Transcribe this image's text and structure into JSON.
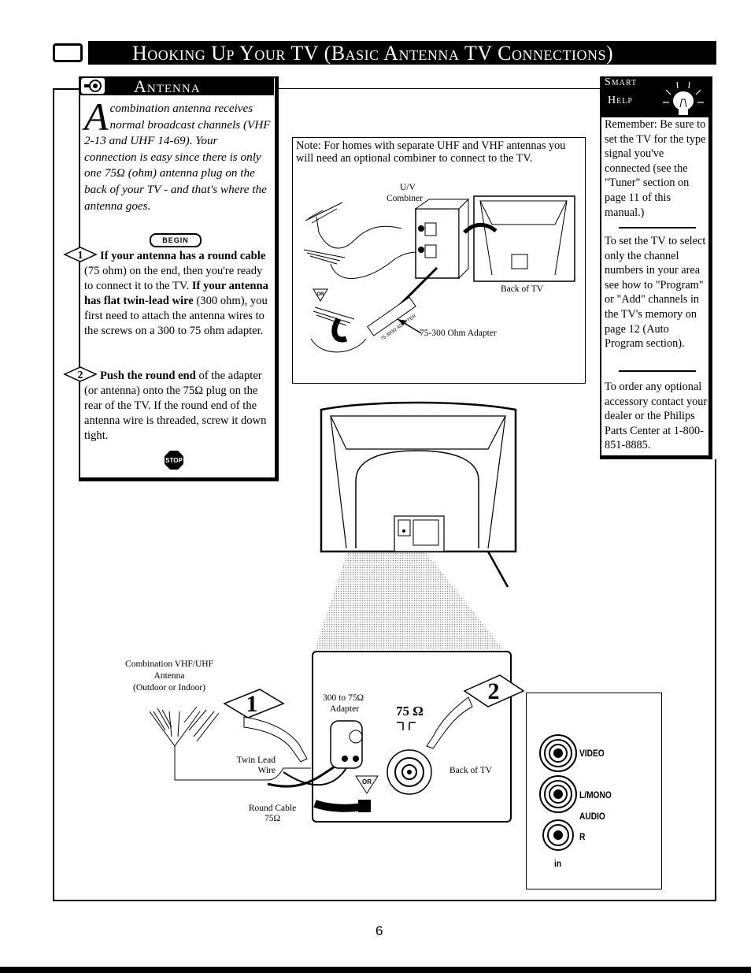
{
  "header": {
    "title": "Hooking Up Your TV (Basic Antenna TV Connections)"
  },
  "antenna": {
    "title": "Antenna",
    "intro_dropcap": "A",
    "intro_rest": "combination antenna receives normal broadcast channels (VHF 2-13 and UHF 14-69). Your connection is easy since there is only one 75Ω (ohm) antenna plug on the back of your TV - and that's where the antenna goes.",
    "begin_label": "BEGIN",
    "step1": {
      "number": "1",
      "bold_a": "If your antenna has a round cable",
      "text_a": " (75 ohm) on the end, then you're ready to connect it to the TV. ",
      "bold_b": "If your antenna has flat twin-lead wire",
      "text_b": " (300 ohm), you first need to attach the antenna wires to the screws on a 300 to 75 ohm adapter."
    },
    "step2": {
      "number": "2",
      "bold": "Push the round end",
      "text": " of the adapter (or antenna) onto the 75Ω plug on the rear of the TV. If the round end of the antenna wire is threaded, screw it down tight."
    },
    "stop_label": "STOP"
  },
  "note": {
    "text": "Note: For homes with separate UHF and VHF antennas you will need an optional combiner to connect to the TV.",
    "combiner_label_1": "U/V",
    "combiner_label_2": "Combiner",
    "or_label": "OR",
    "adapter_label": "75-300 Ohm Adapter",
    "back_label": "Back of TV",
    "adapter_stamp": "75-300Ω ADAPTER"
  },
  "smart_help": {
    "title_1": "Smart",
    "title_2": "Help",
    "p1": "Remember: Be sure to set the TV for the type signal you've connected (see the \"Tuner\" section on page 11 of this manual.)",
    "p2": "To set the TV to select only the channel numbers in your area see how to \"Program\" or \"Add\" channels in the TV's memory on page 12 (Auto Program section).",
    "p3": "To order any optional accessory contact your dealer or the Philips Parts Center at 1-800-851-8885."
  },
  "diagram": {
    "antenna_label_1": "Combination VHF/UHF",
    "antenna_label_2": "Antenna",
    "antenna_label_3": "(Outdoor or Indoor)",
    "adapter_label_1": "300 to 75Ω",
    "adapter_label_2": "Adapter",
    "ohm_label": "75 Ω",
    "back_label": "Back of TV",
    "twin_label_1": "Twin Lead",
    "twin_label_2": "Wire",
    "round_label_1": "Round Cable",
    "round_label_2": "75Ω",
    "or_label": "OR",
    "step1_num": "1",
    "step2_num": "2"
  },
  "inputs": {
    "video": "VIDEO",
    "lmono": "L/MONO",
    "audio": "AUDIO",
    "r": "R",
    "in": "in"
  },
  "page_number": "6"
}
